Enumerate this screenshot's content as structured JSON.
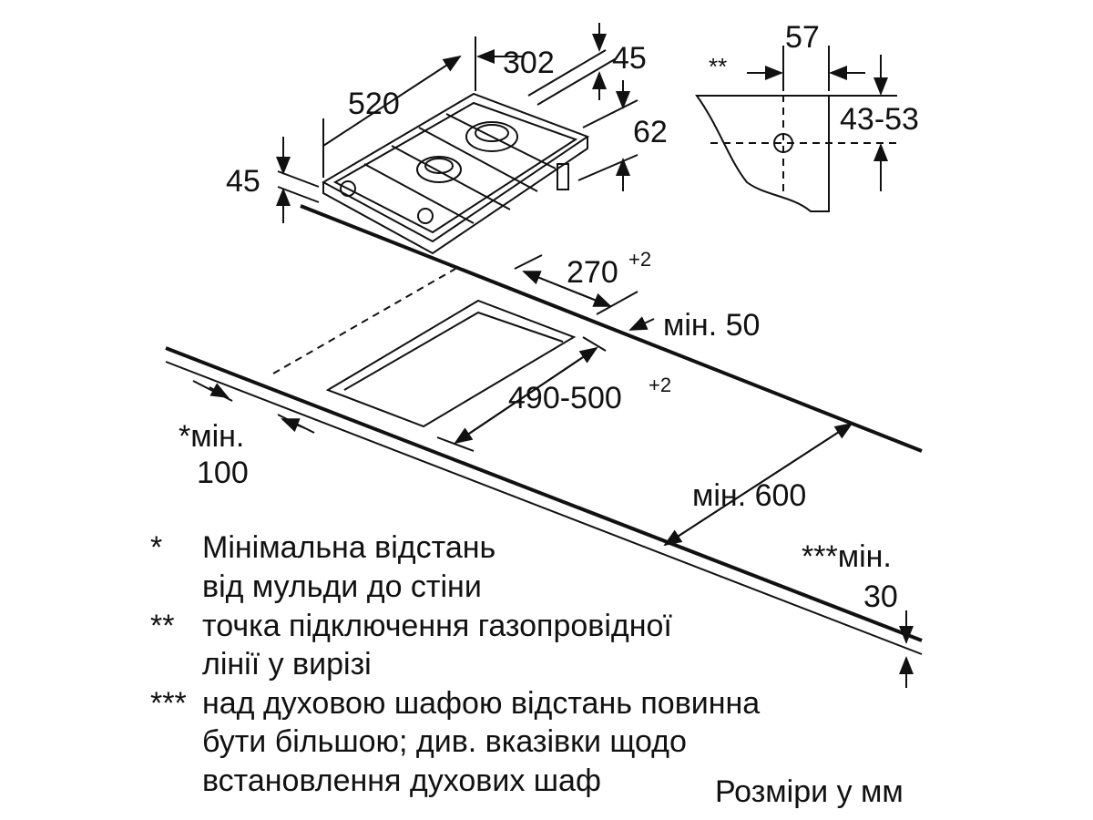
{
  "dimensions": {
    "width_302": "302",
    "top_45": "45",
    "depth_520": "520",
    "right_62": "62",
    "left_45": "45",
    "double_star": "**",
    "offset_57": "57",
    "height_43_53": "43-53",
    "cutout_width": "270",
    "cutout_width_tol": "+2",
    "min_50": "мін. 50",
    "cutout_depth": "490-500",
    "cutout_depth_tol": "+2",
    "min_100_a": "*мін.",
    "min_100_b": "100",
    "min_600": "мін. 600",
    "min_30_a": "***мін.",
    "min_30_b": "30"
  },
  "notes": [
    {
      "mark": "*",
      "lines": [
        "Мінімальна відстань",
        "від мульди до стіни"
      ]
    },
    {
      "mark": "**",
      "lines": [
        "точка підключення газопровідної",
        "лінії у вирізі"
      ]
    },
    {
      "mark": "***",
      "lines": [
        "над духовою шафою відстань повинна",
        "бути більшою; див. вказівки щодо",
        "встановлення духових шаф"
      ]
    }
  ],
  "units_label": "Розміри у мм"
}
